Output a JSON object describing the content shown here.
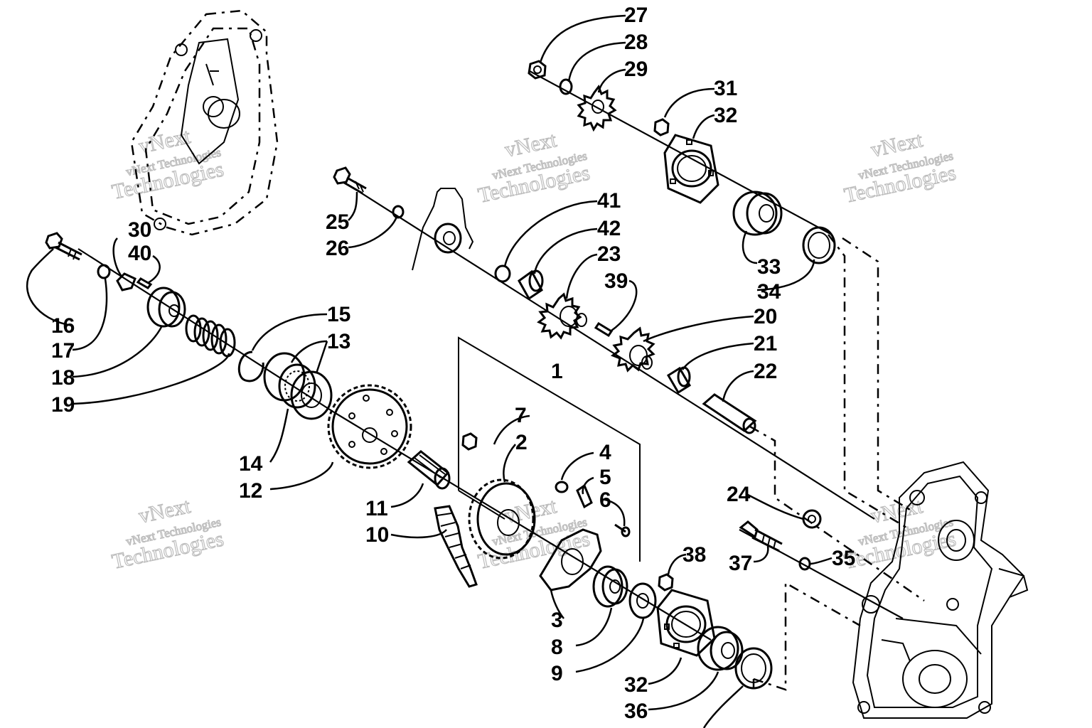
{
  "watermarks": [
    {
      "line1": "vNext",
      "line2": "vNext Technologies",
      "line3": "Technologies"
    },
    {
      "line1": "vNext",
      "line2": "vNext Technologies",
      "line3": "Technologies"
    },
    {
      "line1": "vNext",
      "line2": "vNext Technologies",
      "line3": "Technologies"
    },
    {
      "line1": "vNext",
      "line2": "vNext Technologies",
      "line3": "Technologies"
    },
    {
      "line1": "vNext",
      "line2": "vNext Technologies",
      "line3": "Technologies"
    },
    {
      "line1": "vNext",
      "line2": "vNext Technologies",
      "line3": "Technologies"
    }
  ],
  "callouts": {
    "c1": "1",
    "c2": "2",
    "c3": "3",
    "c4": "4",
    "c5": "5",
    "c6": "6",
    "c7": "7",
    "c8": "8",
    "c9": "9",
    "c10": "10",
    "c11": "11",
    "c12": "12",
    "c13": "13",
    "c14": "14",
    "c15": "15",
    "c16": "16",
    "c17": "17",
    "c18": "18",
    "c19": "19",
    "c20": "20",
    "c21": "21",
    "c22": "22",
    "c23": "23",
    "c24": "24",
    "c25": "25",
    "c26": "26",
    "c27": "27",
    "c28": "28",
    "c29": "29",
    "c30": "30",
    "c31": "31",
    "c32a": "32",
    "c32b": "32",
    "c33": "33",
    "c34": "34",
    "c35": "35",
    "c36": "36",
    "c37": "37",
    "c38": "38",
    "c39": "39",
    "c40": "40",
    "c41": "41",
    "c42": "42"
  }
}
